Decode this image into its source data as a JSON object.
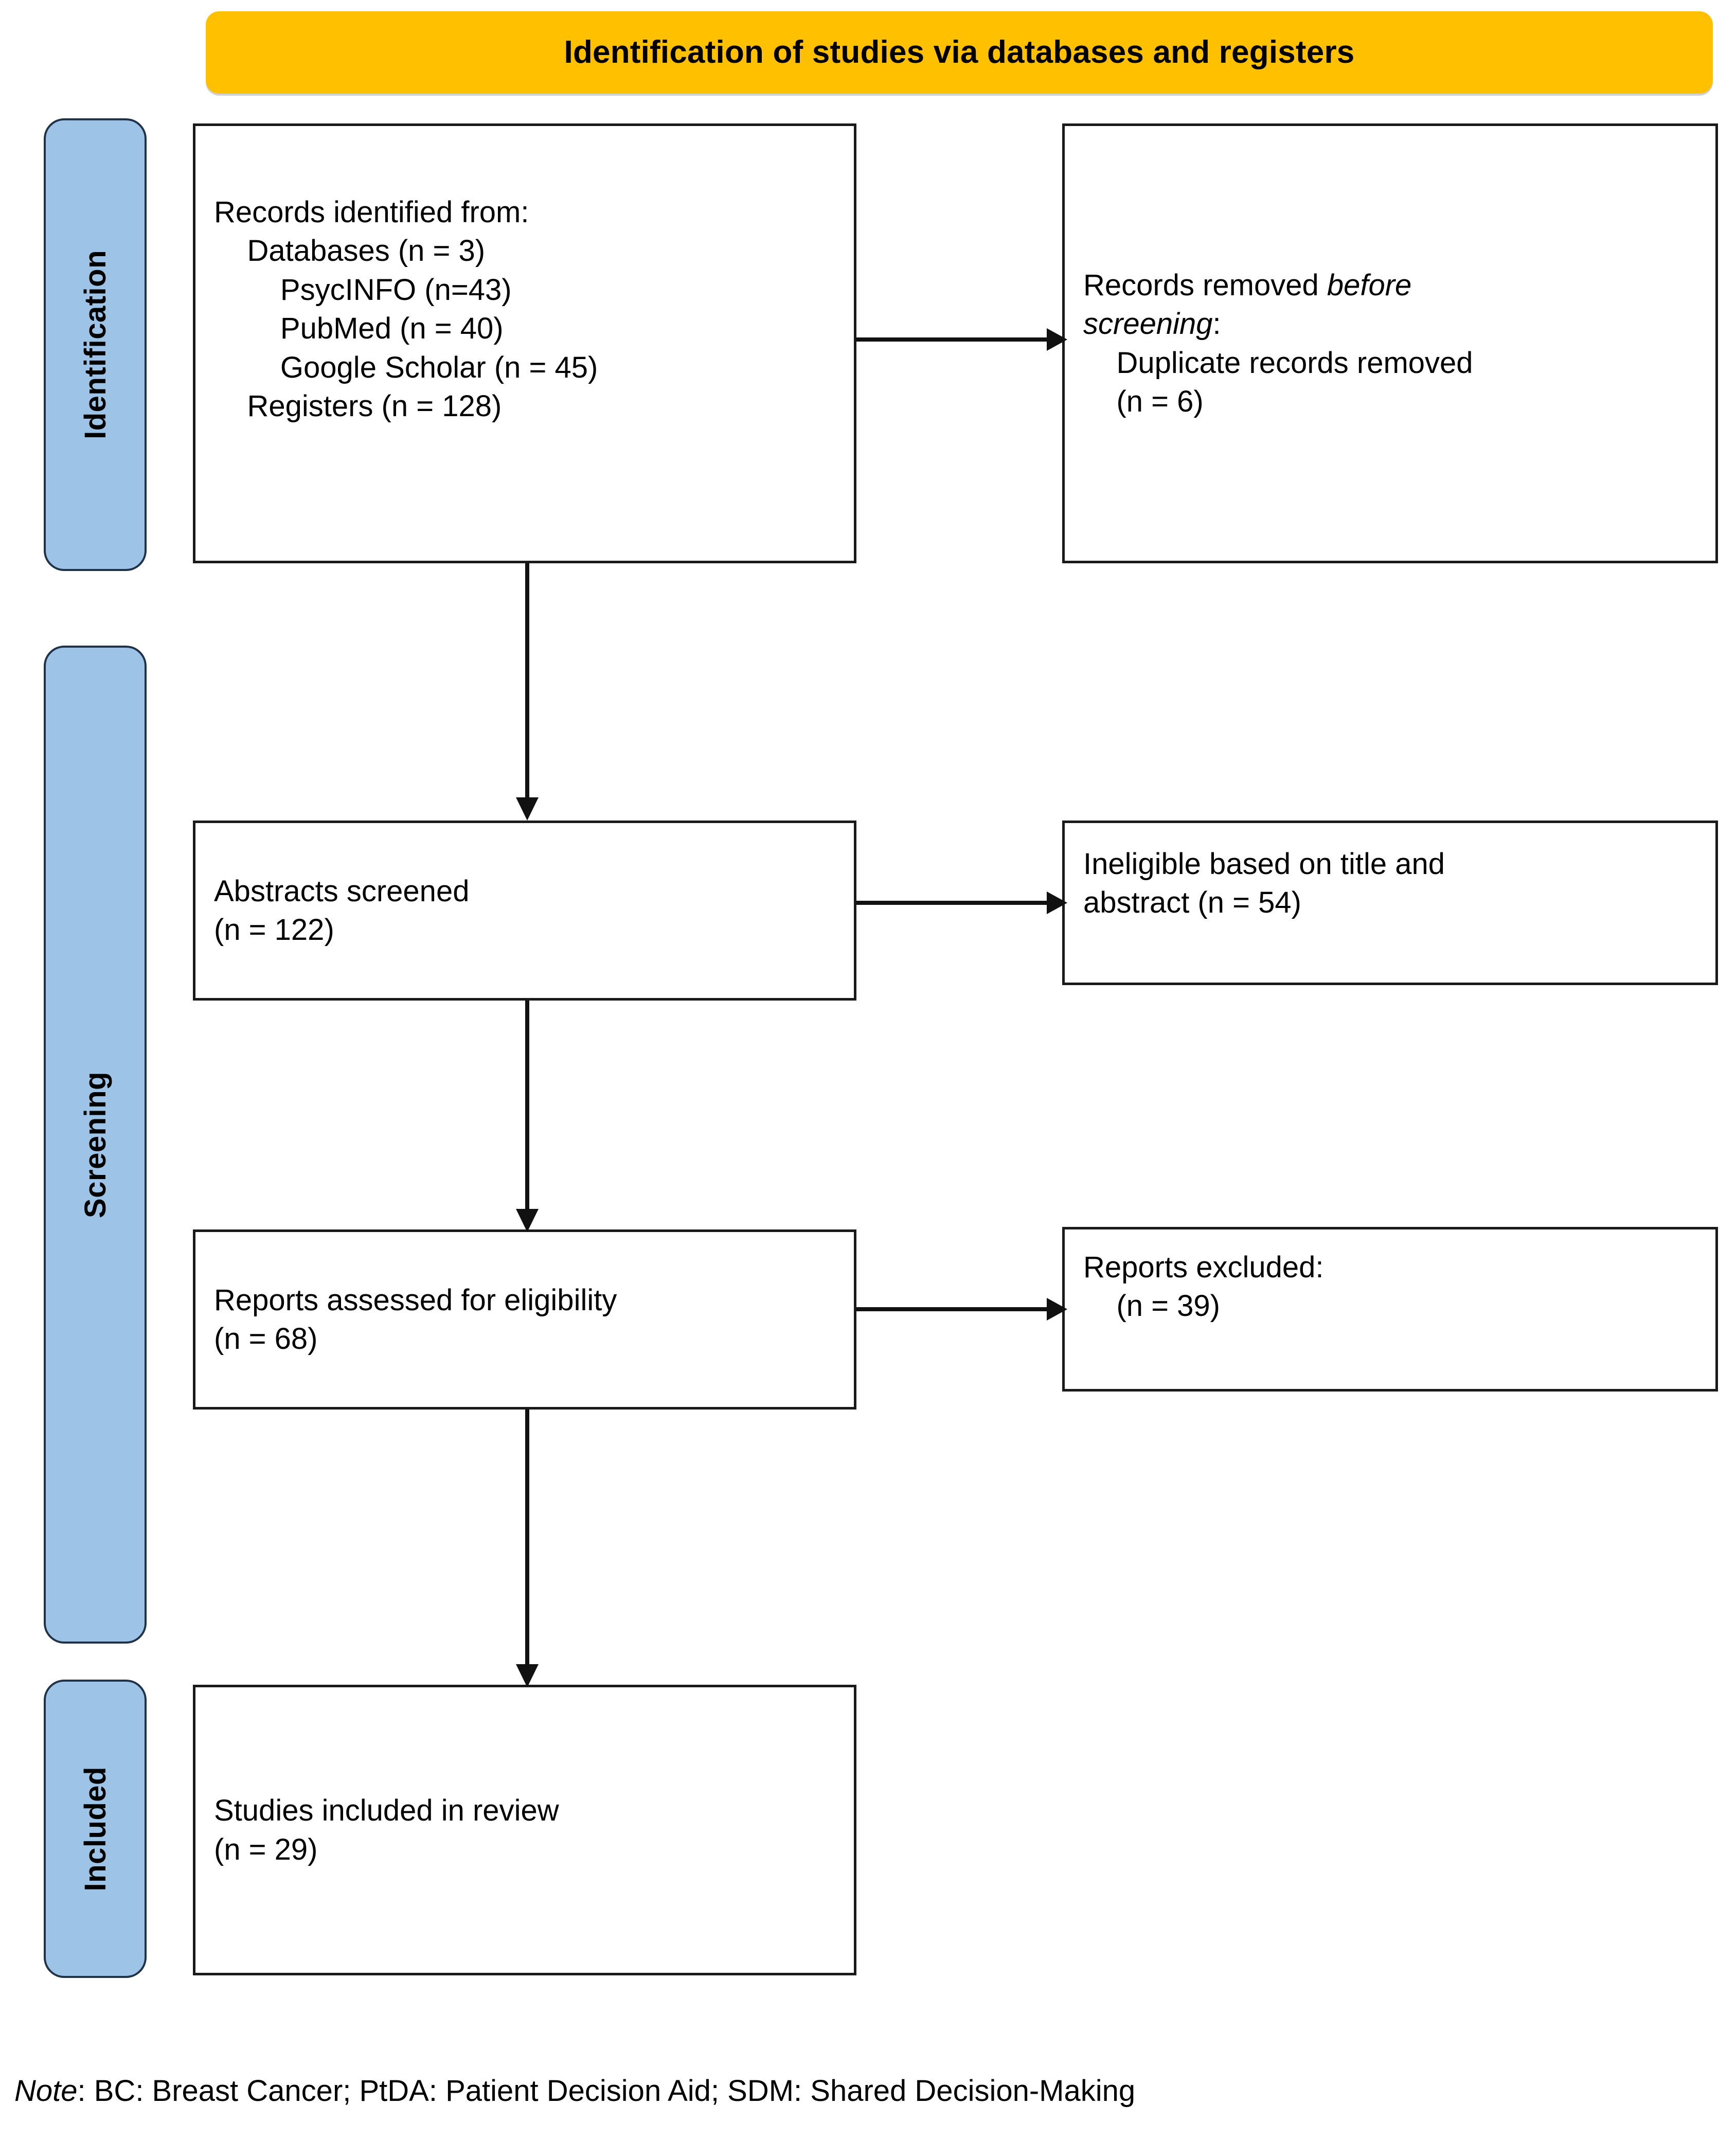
{
  "banner": {
    "title": "Identification of studies via databases and registers",
    "color": "#FFC000"
  },
  "stages": [
    {
      "id": "identification",
      "label": "Identification",
      "color": "#9DC3E6"
    },
    {
      "id": "screening",
      "label": "Screening",
      "color": "#9DC3E6"
    },
    {
      "id": "included",
      "label": "Included",
      "color": "#9DC3E6"
    }
  ],
  "boxes": {
    "identified": {
      "lines": [
        "Records identified from:",
        "    Databases (n = 3)",
        "        PsycINFO (n=43)",
        "        PubMed (n = 40)",
        "        Google Scholar (n = 45)",
        "    Registers (n = 128)"
      ],
      "text": "Records identified from:\n    Databases (n = 3)\n        PsycINFO (n=43)\n        PubMed (n = 40)\n        Google Scholar (n = 45)\n    Registers (n = 128)"
    },
    "removed": {
      "line1_plain": "Records removed ",
      "line1_italic": "before",
      "line2_italic": "screening",
      "line2_plain": ":",
      "rest": "\n    Duplicate records removed\n    (n = 6)"
    },
    "screened": {
      "text": "Abstracts screened\n(n = 122)"
    },
    "ineligible": {
      "text": "Ineligible based on title and\nabstract (n = 54)"
    },
    "assessed": {
      "text": "Reports assessed for eligibility\n(n = 68)"
    },
    "excluded": {
      "text": "Reports excluded:\n    (n = 39)"
    },
    "included_review": {
      "text": "Studies included in review\n(n = 29)"
    }
  },
  "counts": {
    "databases_sources": 3,
    "psycinfo": 43,
    "pubmed": 40,
    "google_scholar": 45,
    "registers": 128,
    "duplicates_removed": 6,
    "abstracts_screened": 122,
    "ineligible_title_abstract": 54,
    "reports_assessed": 68,
    "reports_excluded": 39,
    "studies_included": 29
  },
  "footnote": {
    "italic_lead": "Note",
    "rest": ": BC: Breast Cancer; PtDA: Patient Decision Aid; SDM: Shared Decision-Making"
  },
  "arrows": [
    {
      "name": "identified-to-removed",
      "direction": "right"
    },
    {
      "name": "identified-to-screened",
      "direction": "down"
    },
    {
      "name": "screened-to-ineligible",
      "direction": "right"
    },
    {
      "name": "screened-to-assessed",
      "direction": "down"
    },
    {
      "name": "assessed-to-excluded",
      "direction": "right"
    },
    {
      "name": "assessed-to-included",
      "direction": "down"
    }
  ]
}
